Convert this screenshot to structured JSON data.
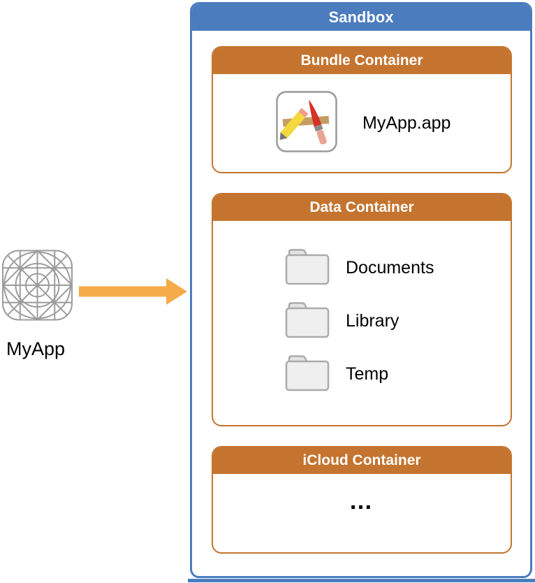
{
  "source": {
    "label": "MyApp",
    "icon": "app-wireframe-icon"
  },
  "arrow": {
    "icon": "right-arrow-icon",
    "color": "#F6AB4A"
  },
  "sandbox": {
    "title": "Sandbox",
    "colors": {
      "frame_blue": "#4A7CBE",
      "container_orange": "#C4742E"
    },
    "containers": [
      {
        "title": "Bundle Container",
        "icon": "app-bundle-icon",
        "items": [
          "MyApp.app"
        ]
      },
      {
        "title": "Data Container",
        "icon": "folder-icon",
        "folders": [
          "Documents",
          "Library",
          "Temp"
        ]
      },
      {
        "title": "iCloud Container",
        "placeholder": "…"
      }
    ]
  }
}
